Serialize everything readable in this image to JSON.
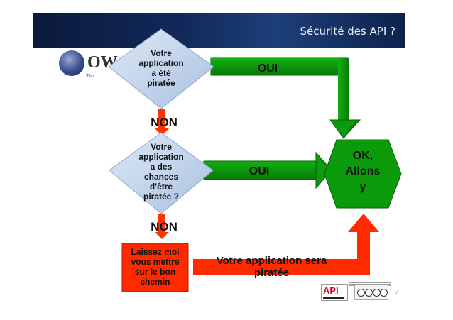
{
  "slide": {
    "title": "Sécurité des  API ?",
    "page_number": "4"
  },
  "logo": {
    "word": "OW",
    "tagline": "The"
  },
  "flow": {
    "decision1": [
      "Votre",
      "application",
      "a été",
      "piratée"
    ],
    "decision2": [
      "Votre",
      "application",
      "a des",
      "chances",
      "d'être",
      "piratée ?"
    ],
    "non1": "NON",
    "non2": "NON",
    "oui1": "OUI",
    "oui2": "OUI",
    "ok": [
      "OK,",
      "Allons",
      "y"
    ],
    "red_box": [
      "Laissez moi",
      "vous mettre",
      "sur le bon",
      "chemin"
    ],
    "bottom_label": [
      "Votre application sera",
      "piratée"
    ]
  },
  "badges": {
    "api": "API"
  },
  "colors": {
    "green": "#0a9a0a",
    "red": "#ff2a00",
    "diamond": "#c4d6ee",
    "header": "#11295a"
  }
}
